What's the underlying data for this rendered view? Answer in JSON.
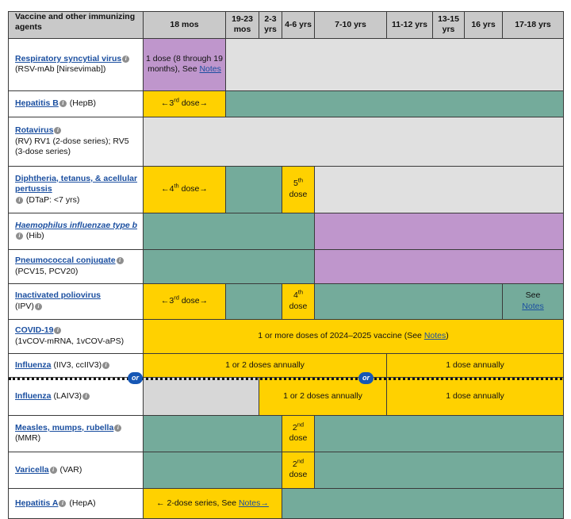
{
  "table": {
    "columns": [
      {
        "label": "Vaccine and other immunizing agents"
      },
      {
        "label": "18 mos"
      },
      {
        "label": "19-23 mos"
      },
      {
        "label": "2-3 yrs"
      },
      {
        "label": "4-6 yrs"
      },
      {
        "label": "7-10 yrs"
      },
      {
        "label": "11-12 yrs"
      },
      {
        "label": "13-15 yrs"
      },
      {
        "label": "16 yrs"
      },
      {
        "label": "17-18 yrs"
      }
    ],
    "colors": {
      "recommended": "#ffd100",
      "catchup": "#74ab9b",
      "risk_based": "#bf96cc",
      "not_recommended": "#d7d7d7",
      "header": "#c9c9c9",
      "link": "#1b4fa0",
      "or_badge": "#1657b5"
    },
    "rows": [
      {
        "name": "Respiratory syncytial virus",
        "abbr": "(RSV-mAb [Nirsevimab])",
        "cell_text": "1 dose (8 through 19 months), See",
        "cell_link": "Notes"
      },
      {
        "name": "Hepatitis B",
        "abbr": "(HepB)",
        "cell_text": "←3rd dose→"
      },
      {
        "name": "Rotavirus",
        "abbr": "(RV) RV1 (2-dose series); RV5 (3-dose series)"
      },
      {
        "name": "Diphtheria, tetanus, & acellular pertussis",
        "abbr": "(DTaP: <7 yrs)",
        "cell_text": "←4th dose→",
        "cell_text_2": "5th dose"
      },
      {
        "name": "Haemophilus influenzae type b",
        "abbr": "(Hib)"
      },
      {
        "name": "Pneumococcal conjugate",
        "abbr": "(PCV15, PCV20)"
      },
      {
        "name": "Inactivated poliovirus",
        "abbr": "(IPV)",
        "cell_text": "←3rd dose→",
        "cell_text_2": "4th dose",
        "cell_text_3": "See",
        "cell_link_3": "Notes"
      },
      {
        "name": "COVID-19",
        "abbr": "(1vCOV-mRNA, 1vCOV-aPS)",
        "cell_text": "1 or more doses of 2024–2025 vaccine (See",
        "cell_link": "Notes",
        "cell_text_tail": ")"
      },
      {
        "name": "Influenza",
        "abbr": "(IIV3, ccIIV3)",
        "cell_text": "1 or 2 doses annually",
        "cell_text_2": "1 dose annually"
      },
      {
        "name": "Influenza",
        "abbr": "(LAIV3)",
        "cell_text": "1 or 2 doses annually",
        "cell_text_2": "1 dose annually"
      },
      {
        "name": "Measles, mumps, rubella",
        "abbr": "(MMR)",
        "cell_text": "2nd dose"
      },
      {
        "name": "Varicella",
        "abbr": "(VAR)",
        "cell_text": "2nd dose"
      },
      {
        "name": "Hepatitis A",
        "abbr": "(HepA)",
        "cell_text": "← 2-dose series, See",
        "cell_link": "Notes→"
      }
    ],
    "or_badge_label": "or"
  }
}
